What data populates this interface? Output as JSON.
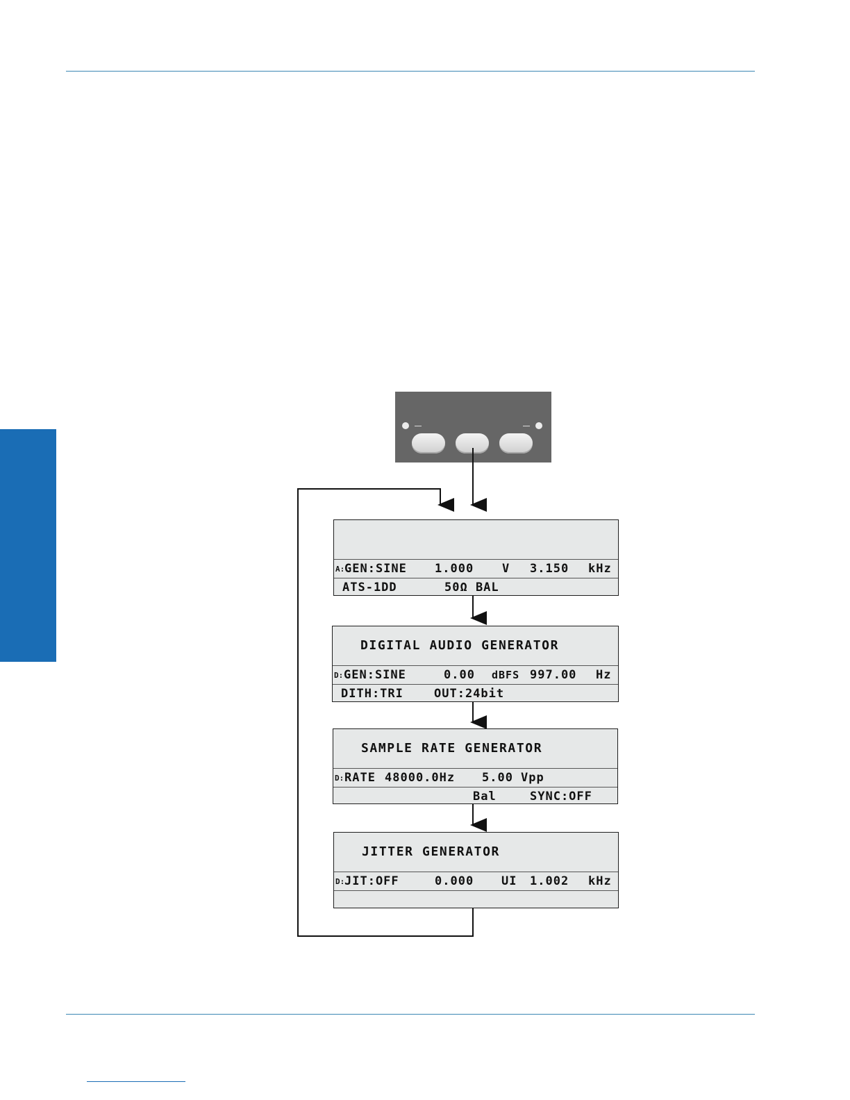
{
  "colors": {
    "accent": "#1a6db5",
    "rule": "#3a86b4",
    "lcd_bg": "#e6e8e8",
    "panel": "#666666"
  },
  "panel": {
    "left_led_label": "",
    "right_led_label": ""
  },
  "screens": [
    {
      "title": "",
      "line1": {
        "prefix": "A:",
        "text": "GEN:SINE",
        "value": "1.000",
        "unit": "V",
        "freq": "3.150",
        "freq_unit": "kHz"
      },
      "line2": {
        "a": "ATS-1DD",
        "b": "50Ω BAL"
      }
    },
    {
      "title": "DIGITAL AUDIO GENERATOR",
      "line1": {
        "prefix": "D:",
        "text": "GEN:SINE",
        "value": "0.00",
        "unit": "dBFS",
        "freq": "997.00",
        "freq_unit": "Hz"
      },
      "line2": {
        "a": "DITH:TRI",
        "b": "OUT:24bit"
      }
    },
    {
      "title": "SAMPLE RATE GENERATOR",
      "line1": {
        "prefix": "D:",
        "text": "RATE",
        "value": "48000.0Hz",
        "unit": "5.00",
        "freq": "Vpp",
        "freq_unit": ""
      },
      "line2": {
        "a": "Bal",
        "b": "SYNC:OFF"
      }
    },
    {
      "title": "JITTER GENERATOR",
      "line1": {
        "prefix": "D:",
        "text": "JIT:OFF",
        "value": "0.000",
        "unit": "UI",
        "freq": "1.002",
        "freq_unit": "kHz"
      },
      "line2": {
        "a": "",
        "b": ""
      }
    }
  ]
}
